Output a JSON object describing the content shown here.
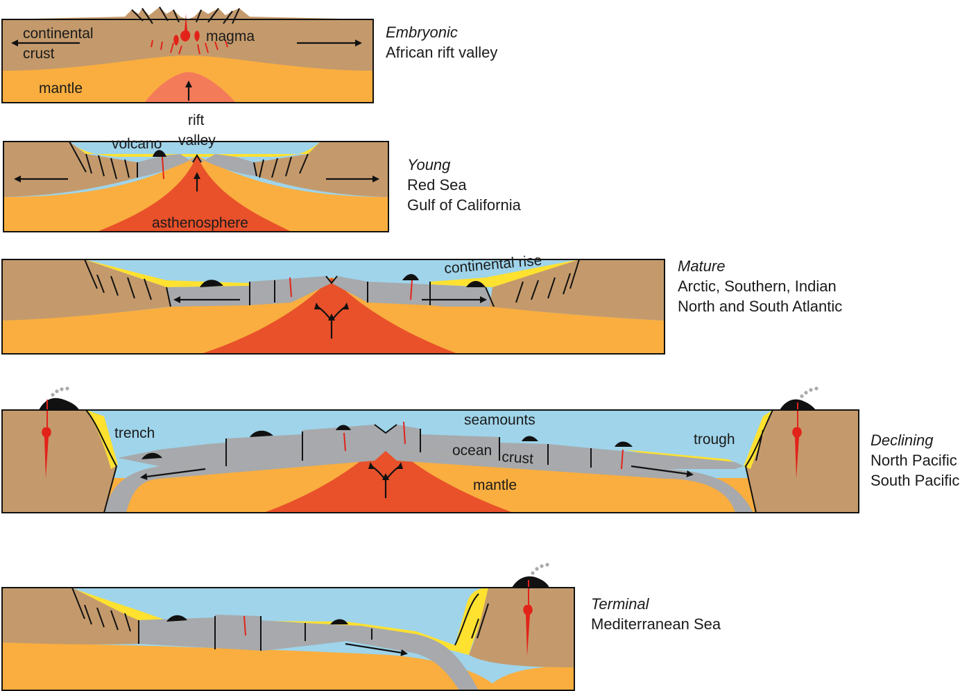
{
  "colors": {
    "crust": "#c49a6c",
    "mantle": "#f9ae3f",
    "asthenosphere": "#e8512a",
    "hot_mantle": "#f47b5a",
    "ocean": "#9fd4ea",
    "ocean_crust": "#a7a9ac",
    "sediment": "#ffe130",
    "volcano": "#111111",
    "magma": "#e2231a"
  },
  "stages": [
    {
      "name": "Embryonic",
      "examples": [
        "African rift valley"
      ],
      "labels": {
        "continental": "continental",
        "crust": "crust",
        "magma": "magma",
        "mantle": "mantle"
      }
    },
    {
      "name": "Young",
      "examples": [
        "Red Sea",
        "Gulf of California"
      ],
      "labels": {
        "rift": "rift",
        "valley": "valley",
        "volcano": "volcano",
        "asthenosphere": "asthenosphere"
      }
    },
    {
      "name": "Mature",
      "examples": [
        "Arctic, Southern, Indian",
        "North and South Atlantic"
      ],
      "labels": {
        "continental_rise": "continental rise"
      }
    },
    {
      "name": "Declining",
      "examples": [
        "North Pacific",
        "South Pacific"
      ],
      "labels": {
        "trench": "trench",
        "seamounts": "seamounts",
        "ocean": "ocean",
        "crust": "crust",
        "mantle": "mantle",
        "trough": "trough"
      }
    },
    {
      "name": "Terminal",
      "examples": [
        "Mediterranean Sea"
      ],
      "labels": {}
    }
  ]
}
